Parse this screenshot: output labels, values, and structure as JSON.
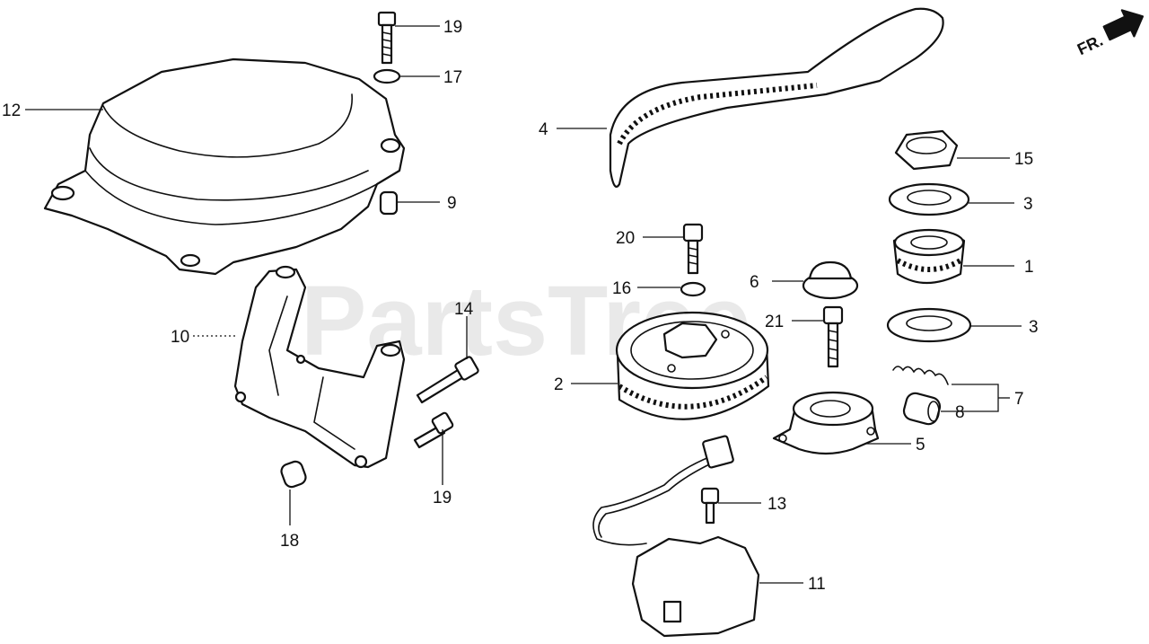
{
  "watermark": "PartsTree",
  "direction_label": "FR.",
  "callouts": {
    "c1": "1",
    "c2": "2",
    "c3a": "3",
    "c3b": "3",
    "c4": "4",
    "c5": "5",
    "c6": "6",
    "c7": "7",
    "c8": "8",
    "c9": "9",
    "c10": "10",
    "c11": "11",
    "c12": "12",
    "c13": "13",
    "c14": "14",
    "c15": "15",
    "c16": "16",
    "c17": "17",
    "c18": "18",
    "c19a": "19",
    "c19b": "19",
    "c20": "20",
    "c21": "21"
  }
}
